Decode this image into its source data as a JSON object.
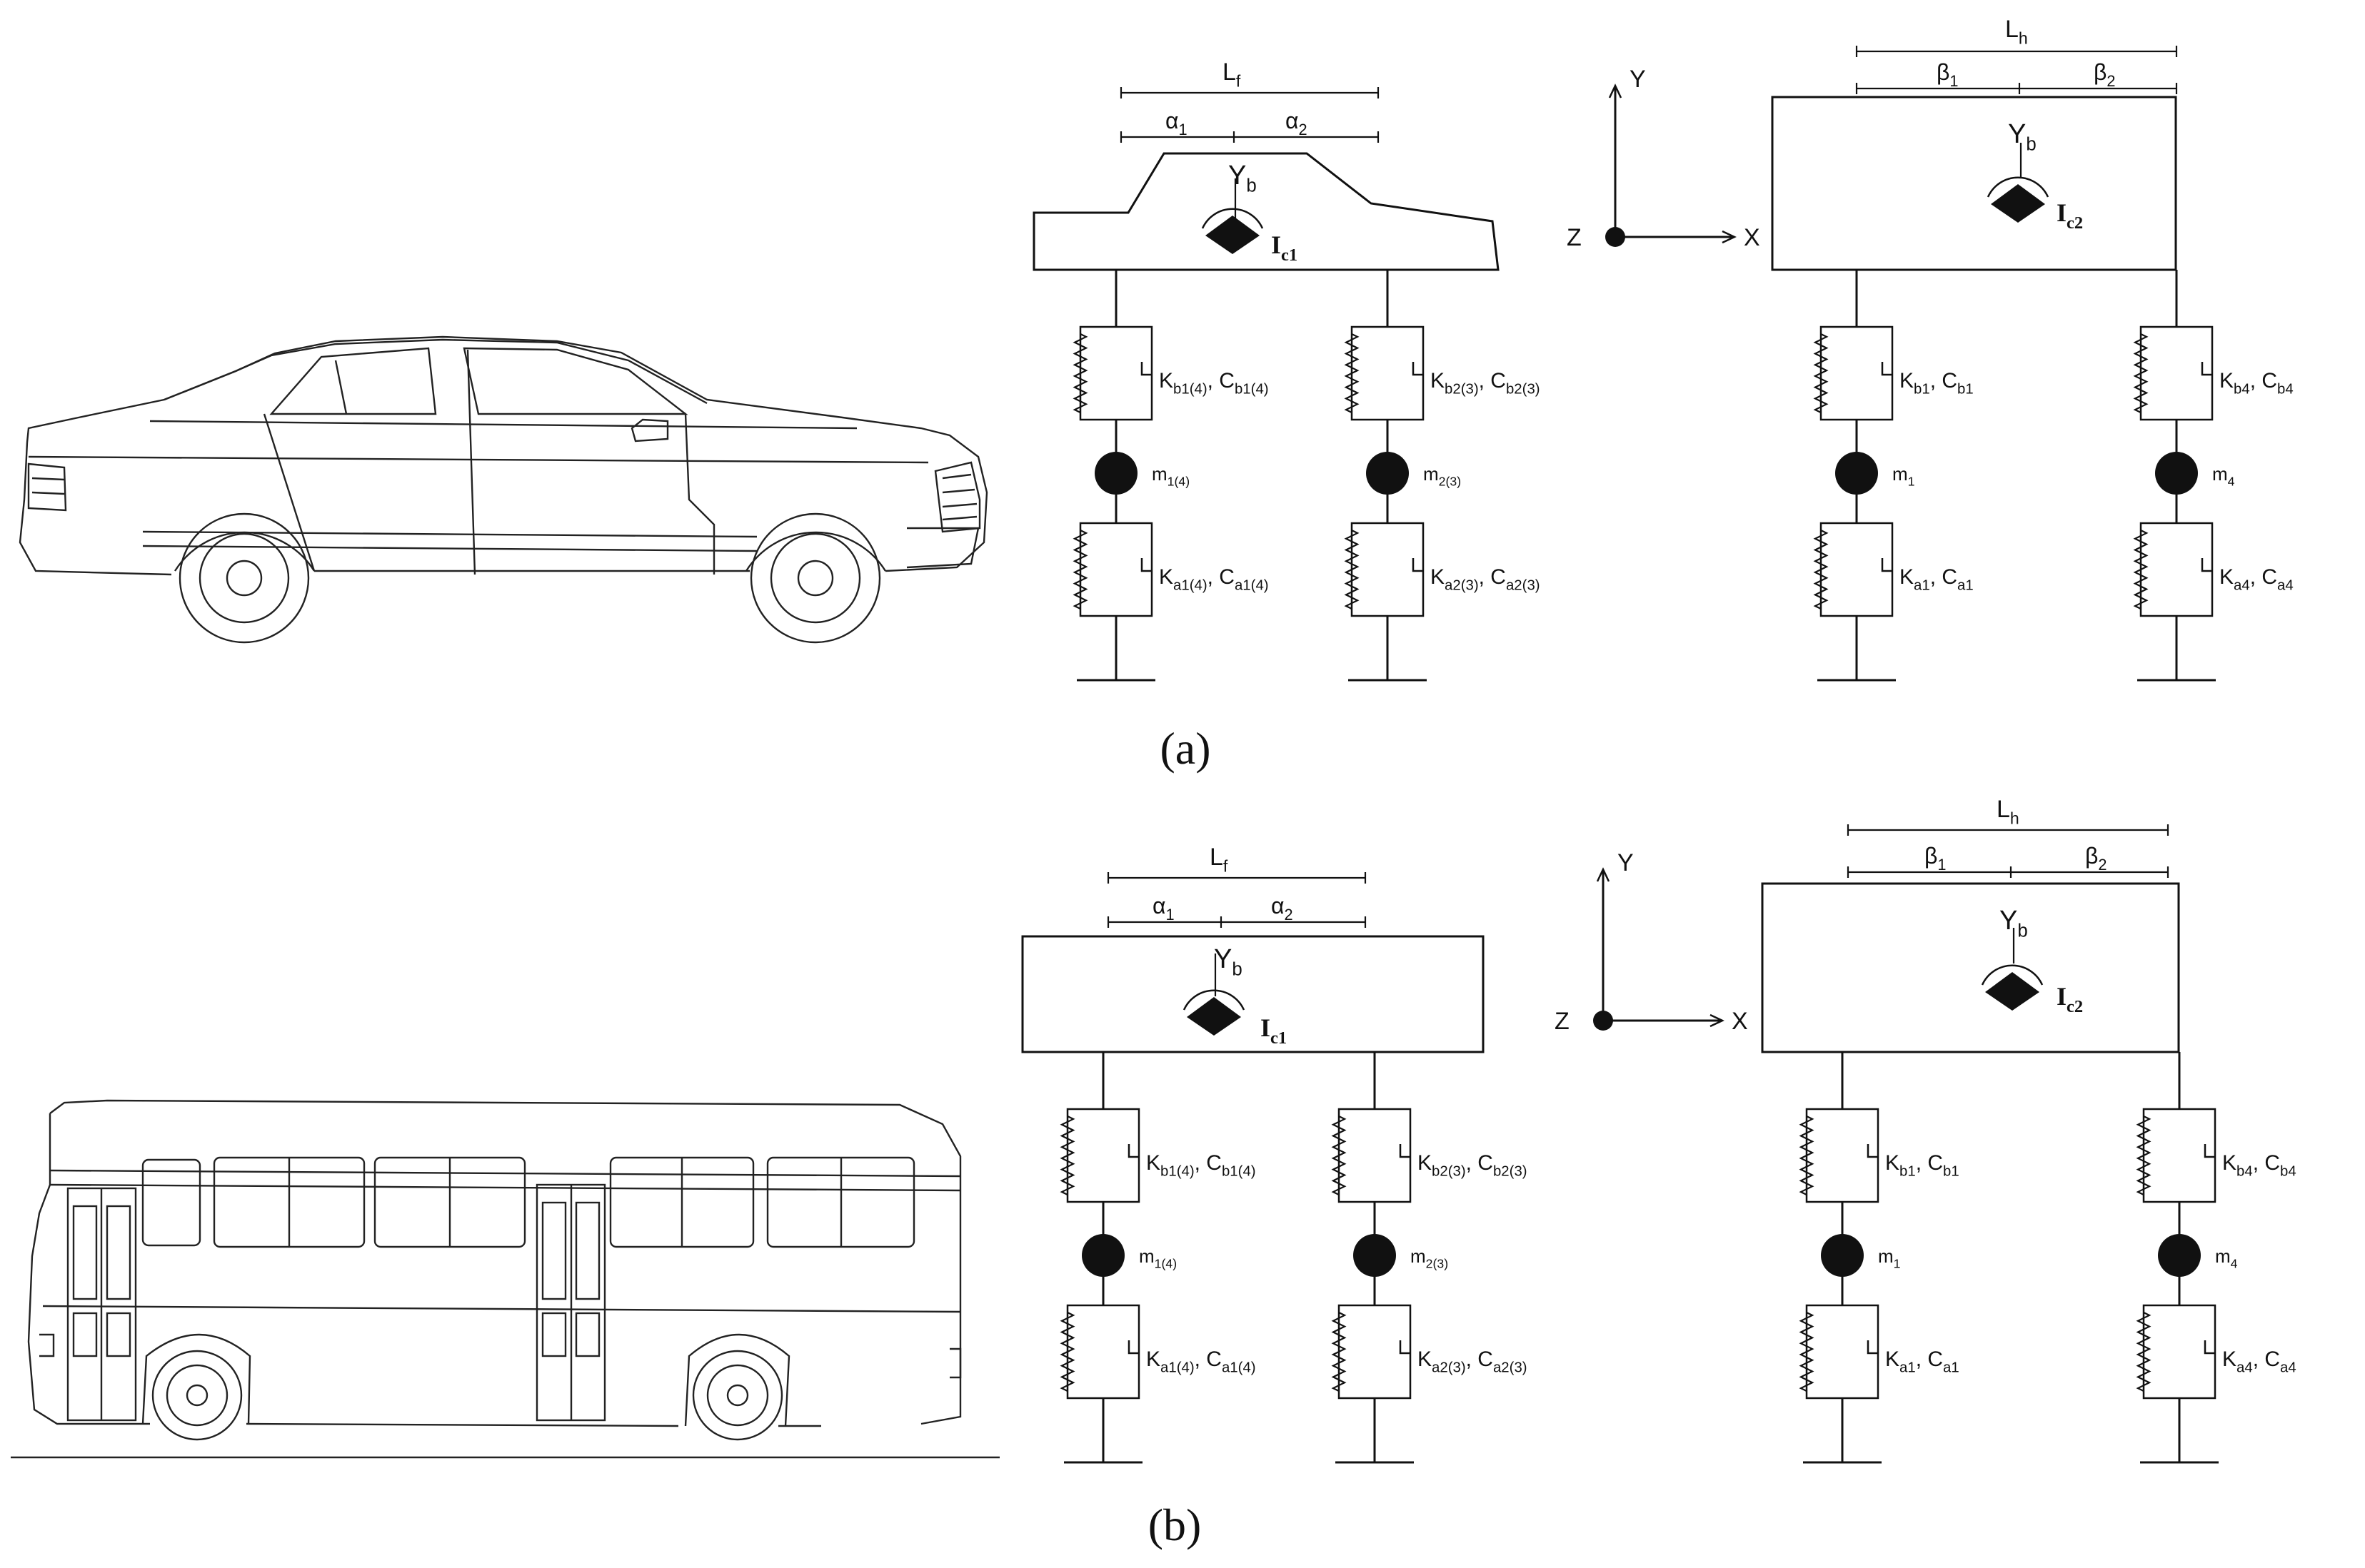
{
  "caption_a": "(a)",
  "caption_b": "(b)",
  "axes": {
    "x": "X",
    "y": "Y",
    "z": "Z"
  },
  "panel_a": {
    "front": {
      "L": "L",
      "L_sub": "f",
      "a1": "α",
      "a1_sub": "1",
      "a2": "α",
      "a2_sub": "2",
      "Y": "Y",
      "Y_sub": "b",
      "I": "I",
      "I_sub": "c1",
      "kb_left": "K",
      "kb_left_sub": "b1(4)",
      "cb_left": "C",
      "cb_left_sub": "b1(4)",
      "kb_right": "K",
      "kb_right_sub": "b2(3)",
      "cb_right": "C",
      "cb_right_sub": "b2(3)",
      "m_left": "m",
      "m_left_sub": "1(4)",
      "m_right": "m",
      "m_right_sub": "2(3)",
      "ka_left": "K",
      "ka_left_sub": "a1(4)",
      "ca_left": "C",
      "ca_left_sub": "a1(4)",
      "ka_right": "K",
      "ka_right_sub": "a2(3)",
      "ca_right": "C",
      "ca_right_sub": "a2(3)"
    },
    "side": {
      "L": "L",
      "L_sub": "h",
      "b1": "β",
      "b1_sub": "1",
      "b2": "β",
      "b2_sub": "2",
      "Y": "Y",
      "Y_sub": "b",
      "I": "I",
      "I_sub": "c2",
      "kb_left": "K",
      "kb_left_sub": "b1",
      "cb_left": "C",
      "cb_left_sub": "b1",
      "kb_right": "K",
      "kb_right_sub": "b4",
      "cb_right": "C",
      "cb_right_sub": "b4",
      "m_left": "m",
      "m_left_sub": "1",
      "m_right": "m",
      "m_right_sub": "4",
      "ka_left": "K",
      "ka_left_sub": "a1",
      "ca_left": "C",
      "ca_left_sub": "a1",
      "ka_right": "K",
      "ka_right_sub": "a4",
      "ca_right": "C",
      "ca_right_sub": "a4"
    }
  },
  "panel_b": {
    "front": {
      "L": "L",
      "L_sub": "f",
      "a1": "α",
      "a1_sub": "1",
      "a2": "α",
      "a2_sub": "2",
      "Y": "Y",
      "Y_sub": "b",
      "I": "I",
      "I_sub": "c1",
      "kb_left": "K",
      "kb_left_sub": "b1(4)",
      "cb_left": "C",
      "cb_left_sub": "b1(4)",
      "kb_right": "K",
      "kb_right_sub": "b2(3)",
      "cb_right": "C",
      "cb_right_sub": "b2(3)",
      "m_left": "m",
      "m_left_sub": "1(4)",
      "m_right": "m",
      "m_right_sub": "2(3)",
      "ka_left": "K",
      "ka_left_sub": "a1(4)",
      "ca_left": "C",
      "ca_left_sub": "a1(4)",
      "ka_right": "K",
      "ka_right_sub": "a2(3)",
      "ca_right": "C",
      "ca_right_sub": "a2(3)"
    },
    "side": {
      "L": "L",
      "L_sub": "h",
      "b1": "β",
      "b1_sub": "1",
      "b2": "β",
      "b2_sub": "2",
      "Y": "Y",
      "Y_sub": "b",
      "I": "I",
      "I_sub": "c2",
      "kb_left": "K",
      "kb_left_sub": "b1",
      "cb_left": "C",
      "cb_left_sub": "b1",
      "kb_right": "K",
      "kb_right_sub": "b4",
      "cb_right": "C",
      "cb_right_sub": "b4",
      "m_left": "m",
      "m_left_sub": "1",
      "m_right": "m",
      "m_right_sub": "4",
      "ka_left": "K",
      "ka_left_sub": "a1",
      "ca_left": "C",
      "ca_left_sub": "a1",
      "ka_right": "K",
      "ka_right_sub": "a4",
      "ca_right": "C",
      "ca_right_sub": "a4"
    }
  }
}
